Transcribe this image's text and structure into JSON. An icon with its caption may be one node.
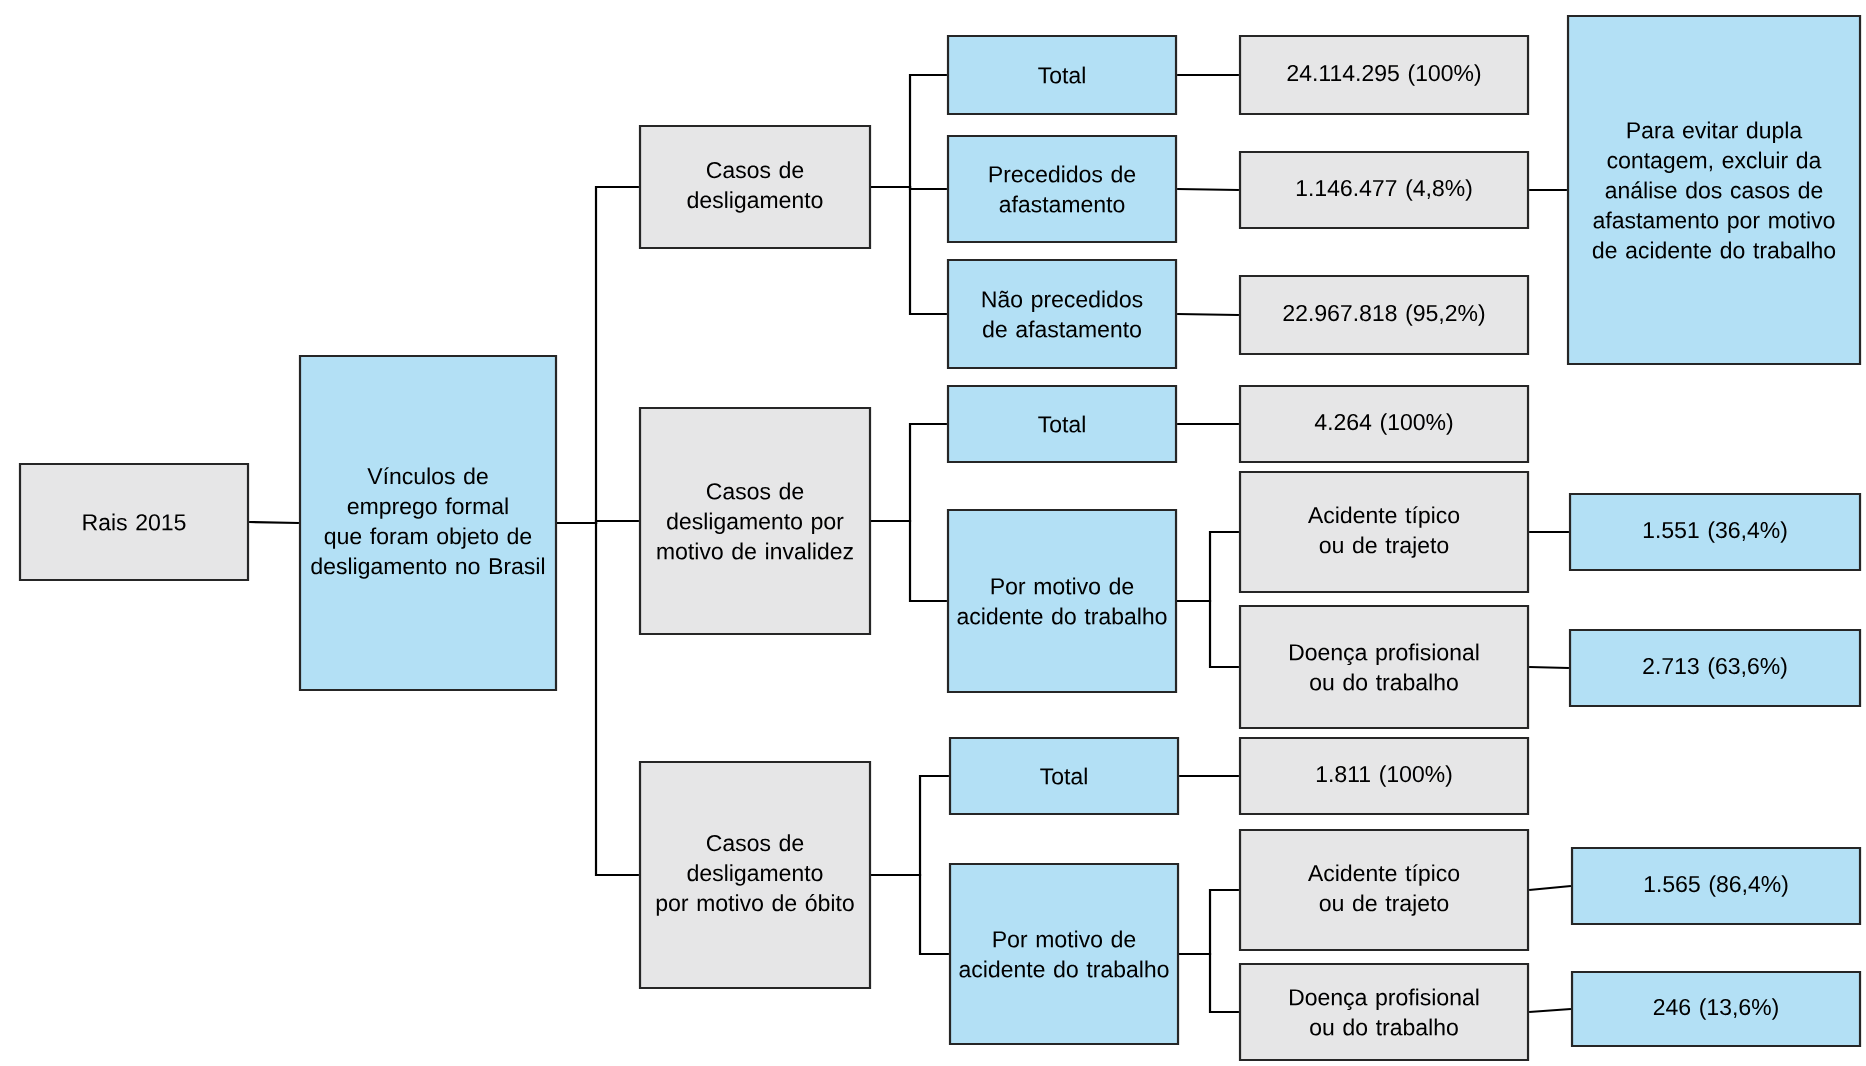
{
  "diagram": {
    "nodes": [
      {
        "text": [
          "Rais 2015"
        ]
      },
      {
        "text": [
          "Vínculos de emprego formal que foram objeto de desligamento no Brasil"
        ]
      },
      {
        "text": [
          "Casos de desligamento"
        ]
      },
      {
        "text": [
          "Casos de desligamento por motivo de invalidez"
        ]
      },
      {
        "text": [
          "Casos de desligamento por motivo de óbito"
        ]
      },
      {
        "text": [
          "Total"
        ]
      },
      {
        "text": [
          "Precedidos de afastamento"
        ]
      },
      {
        "text": [
          "Não precedidos de afastamento"
        ]
      },
      {
        "text": [
          "24.114.295 (100%)"
        ]
      },
      {
        "text": [
          "1.146.477 (4,8%)"
        ]
      },
      {
        "text": [
          "22.967.818 (95,2%)"
        ]
      },
      {
        "text": [
          "Para evitar dupla contagem, excluir da análise dos casos de afastamento por motivo de acidente do trabalho"
        ]
      },
      {
        "text": [
          "Total"
        ]
      },
      {
        "text": [
          "Por motivo de acidente do trabalho"
        ]
      },
      {
        "text": [
          "4.264 (100%)"
        ]
      },
      {
        "text": [
          "Acidente típico ou de trajeto"
        ]
      },
      {
        "text": [
          "Doença profisional ou do trabalho"
        ]
      },
      {
        "text": [
          "1.551 (36,4%)"
        ]
      },
      {
        "text": [
          "2.713 (63,6%)"
        ]
      },
      {
        "text": [
          "Total"
        ]
      },
      {
        "text": [
          "Por motivo de acidente do trabalho"
        ]
      },
      {
        "text": [
          "1.811 (100%)"
        ]
      },
      {
        "text": [
          "Acidente típico ou de trajeto"
        ]
      },
      {
        "text": [
          "Doença profisional ou do trabalho"
        ]
      },
      {
        "text": [
          "1.565 (86,4%)"
        ]
      },
      {
        "text": [
          "246 (13,6%)"
        ]
      }
    ],
    "edges": [
      {
        "from": 0,
        "to": 1,
        "arrow": "none"
      },
      {
        "from": 1,
        "to": 2,
        "arrow": "none"
      },
      {
        "from": 1,
        "to": 3,
        "arrow": "none"
      },
      {
        "from": 1,
        "to": 4,
        "arrow": "none"
      },
      {
        "from": 2,
        "to": 5,
        "arrow": "none"
      },
      {
        "from": 2,
        "to": 6,
        "arrow": "none"
      },
      {
        "from": 2,
        "to": 7,
        "arrow": "none"
      },
      {
        "from": 5,
        "to": 8,
        "arrow": "none"
      },
      {
        "from": 6,
        "to": 9,
        "arrow": "none"
      },
      {
        "from": 7,
        "to": 10,
        "arrow": "none"
      },
      {
        "from": 9,
        "to": 11,
        "arrow": "none"
      },
      {
        "from": 3,
        "to": 12,
        "arrow": "none"
      },
      {
        "from": 3,
        "to": 13,
        "arrow": "none"
      },
      {
        "from": 12,
        "to": 14,
        "arrow": "none"
      },
      {
        "from": 13,
        "to": 15,
        "arrow": "none"
      },
      {
        "from": 13,
        "to": 16,
        "arrow": "none"
      },
      {
        "from": 15,
        "to": 17,
        "arrow": "none"
      },
      {
        "from": 16,
        "to": 18,
        "arrow": "none"
      },
      {
        "from": 4,
        "to": 19,
        "arrow": "none"
      },
      {
        "from": 4,
        "to": 20,
        "arrow": "none"
      },
      {
        "from": 19,
        "to": 21,
        "arrow": "none"
      },
      {
        "from": 20,
        "to": 22,
        "arrow": "none"
      },
      {
        "from": 20,
        "to": 23,
        "arrow": "none"
      },
      {
        "from": 22,
        "to": 24,
        "arrow": "none"
      },
      {
        "from": 23,
        "to": 25,
        "arrow": "none"
      }
    ]
  }
}
